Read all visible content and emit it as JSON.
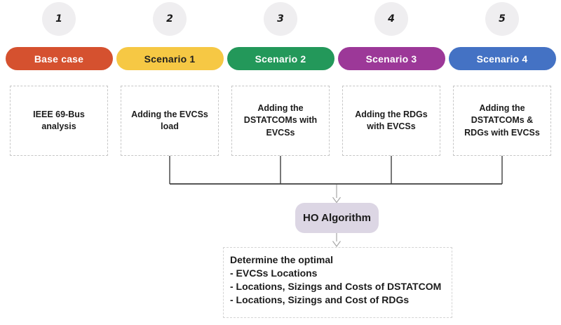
{
  "colors": {
    "circle_fill": "#efeef0",
    "box_border": "#c6c6c6",
    "output_border": "#d4d4d4",
    "connector_dark": "#3f3f3f",
    "arrow_gray": "#a6a6a6"
  },
  "stages": [
    {
      "number": "1",
      "label": "Base case",
      "bar_color": "#d5512f",
      "label_color": "#ffffff",
      "description": "IEEE 69-Bus analysis"
    },
    {
      "number": "2",
      "label": "Scenario 1",
      "bar_color": "#f6c844",
      "label_color": "#1f1f1f",
      "description": "Adding the EVCSs load"
    },
    {
      "number": "3",
      "label": "Scenario 2",
      "bar_color": "#23985a",
      "label_color": "#ffffff",
      "description": "Adding the DSTATCOMs with EVCSs"
    },
    {
      "number": "4",
      "label": "Scenario 3",
      "bar_color": "#9c3898",
      "label_color": "#ffffff",
      "description": "Adding the RDGs with EVCSs"
    },
    {
      "number": "5",
      "label": "Scenario 4",
      "bar_color": "#4472c4",
      "label_color": "#ffffff",
      "description": "Adding the DSTATCOMs & RDGs with EVCSs"
    }
  ],
  "algorithm": {
    "label": "HO Algorithm",
    "fill": "#dcd6e4",
    "text_color": "#1a1a1a"
  },
  "output": {
    "title": "Determine the optimal",
    "items": [
      "- EVCSs Locations",
      "- Locations, Sizings and Costs of DSTATCOM",
      "- Locations, Sizings and Cost of RDGs"
    ]
  }
}
